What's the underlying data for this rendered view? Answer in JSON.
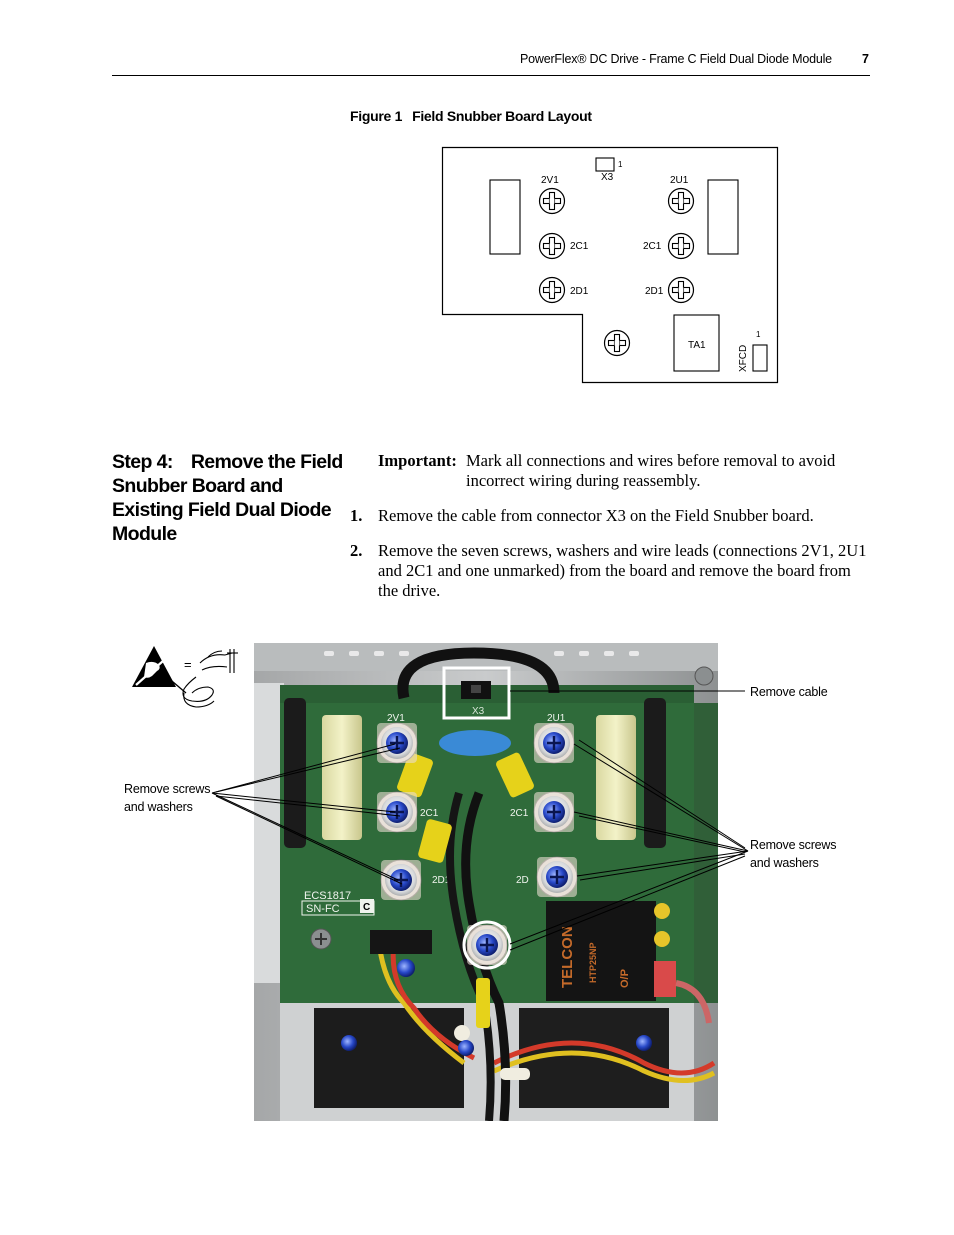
{
  "header": {
    "title": "PowerFlex® DC Drive - Frame C Field Dual Diode Module",
    "page_number": "7"
  },
  "figure": {
    "label": "Figure 1",
    "title": "Field Snubber Board Layout",
    "labels": {
      "x3": "X3",
      "x3_pin": "1",
      "v1": "2V1",
      "u1": "2U1",
      "c1_left": "2C1",
      "c1_right": "2C1",
      "d1_left": "2D1",
      "d1_right": "2D1",
      "ta1": "TA1",
      "xfcd": "XFCD",
      "xfcd_pin": "1"
    }
  },
  "step": {
    "number": "Step 4:",
    "title": "Remove the Field Snubber Board and Existing Field Dual Diode Module"
  },
  "important": {
    "label": "Important:",
    "text": "Mark all connections and wires before removal to avoid incorrect wiring during reassembly."
  },
  "steps": [
    {
      "number": "1.",
      "text": "Remove the cable from connector X3 on the Field Snubber board."
    },
    {
      "number": "2.",
      "text": "Remove the seven screws, washers and wire leads (connections 2V1, 2U1 and 2C1 and one unmarked) from the board and remove the board from the drive."
    }
  ],
  "photo": {
    "board_labels": {
      "x3": "X3",
      "v1": "2V1",
      "u1": "2U1",
      "c1_left": "2C1",
      "c1_right": "2C1",
      "d1_left": "2D1",
      "d1_right": "2D",
      "ecs": "ECS1817",
      "snfc": "SN-FC",
      "rev": "C",
      "telcon": "TELCON",
      "htp": "HTP25NP",
      "op": "O/P"
    }
  },
  "callouts": {
    "remove_cable": "Remove cable",
    "left_line1": "Remove screws",
    "left_line2": "and washers",
    "right_line1": "Remove screws",
    "right_line2": "and washers"
  },
  "esd": {
    "equals": "="
  },
  "icons": [
    "esd-warning-icon",
    "wrist-strap-icon"
  ],
  "colors": {
    "board_green": "#2f6b3a",
    "connector_yellow": "#e6d21a",
    "highlight_box": "#ffffff"
  }
}
